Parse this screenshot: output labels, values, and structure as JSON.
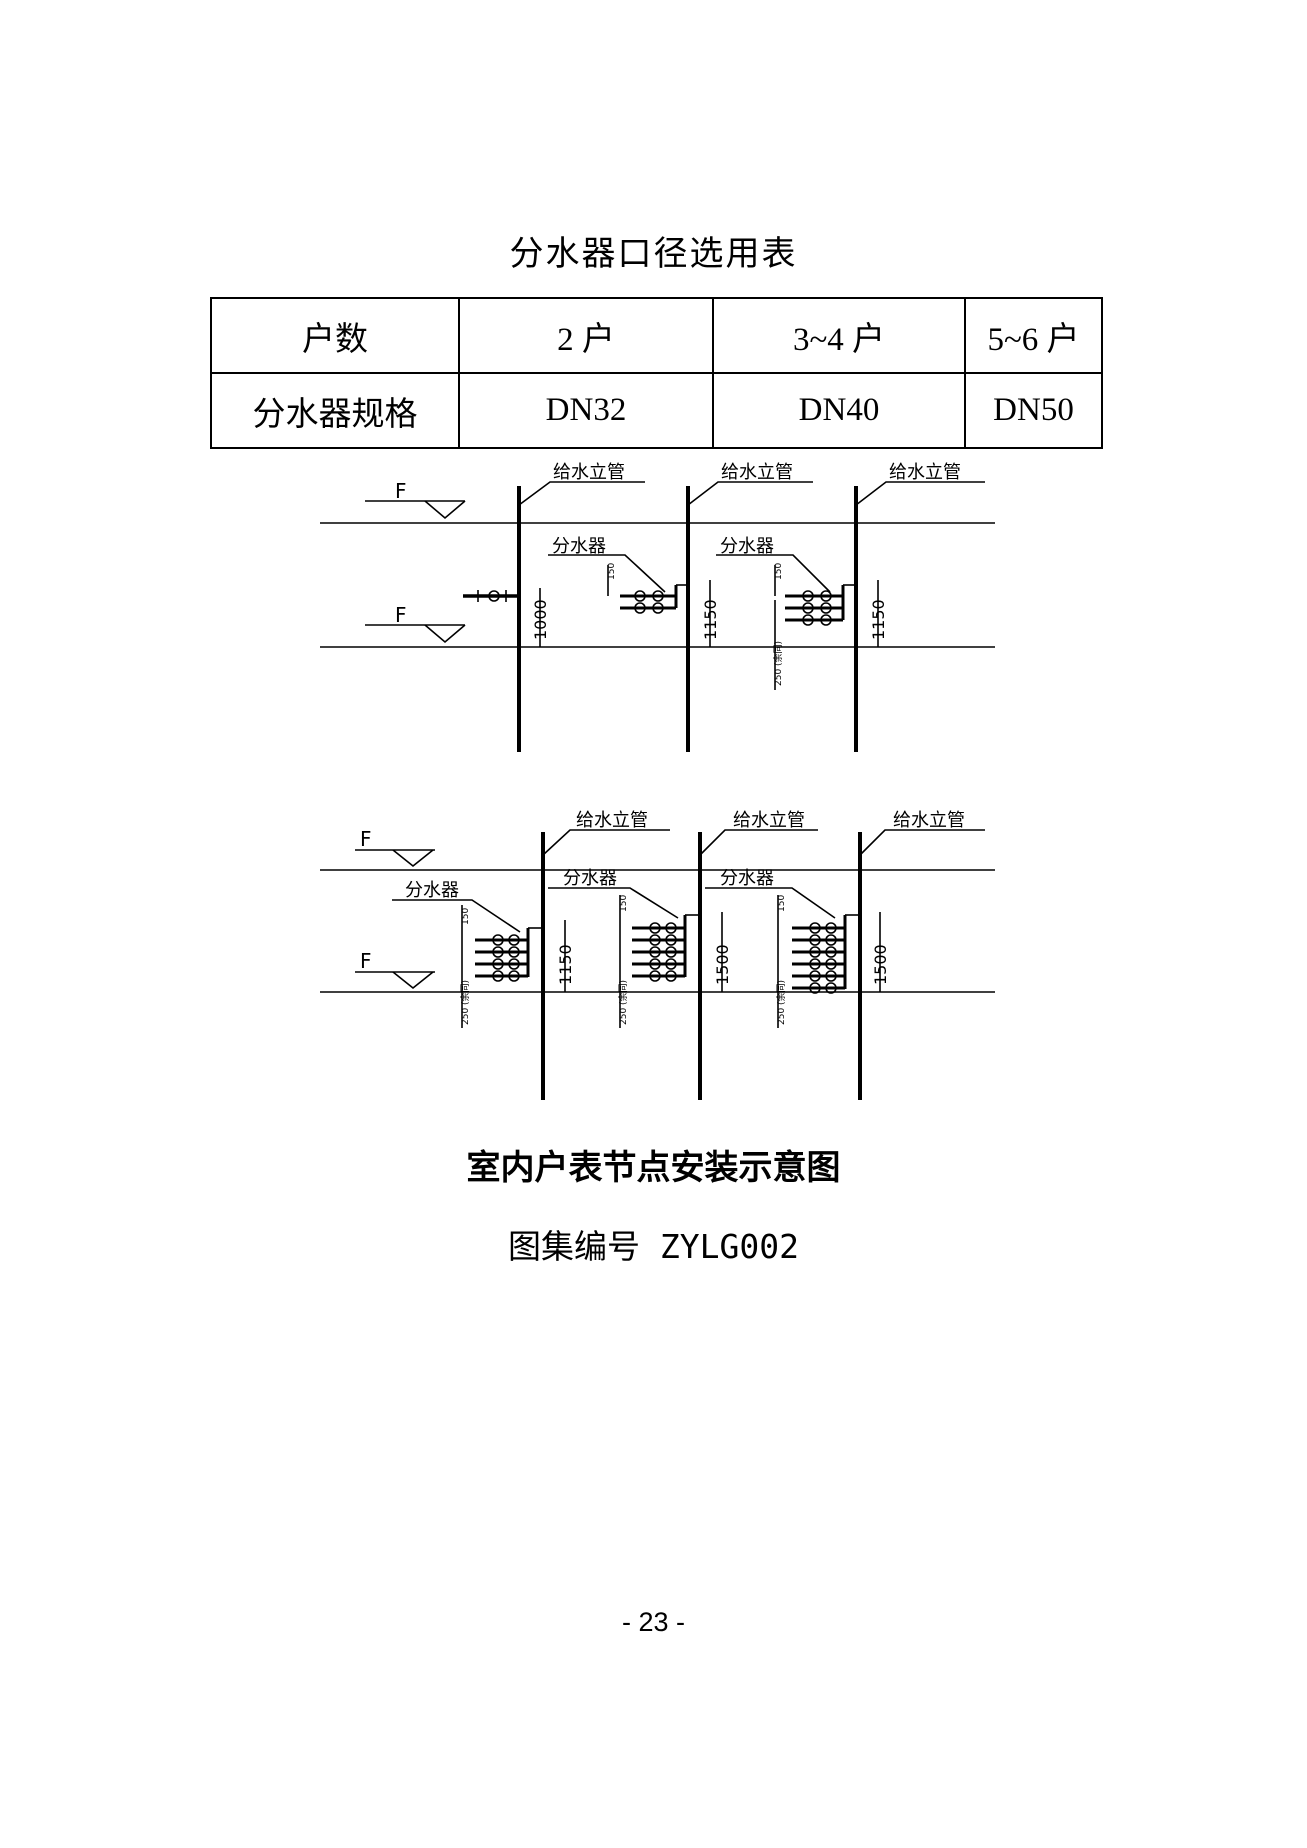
{
  "table_title": "分水器口径选用表",
  "table": {
    "header_row": [
      "户数",
      "2 户",
      "3~4 户",
      "5~6 户"
    ],
    "spec_row": [
      "分水器规格",
      "DN32",
      "DN40",
      "DN50"
    ]
  },
  "drawing": {
    "floor_mark": "F",
    "riser_label": "给水立管",
    "manifold_label": "分水器",
    "dim_1000": "1000",
    "dim_1150": "1150",
    "dim_1500": "1500",
    "dim_150": "150",
    "dim_250": "250 (余同)"
  },
  "caption": "室内户表节点安装示意图",
  "atlas_number": "图集编号 ZYLG002",
  "page_number": "- 23 -"
}
